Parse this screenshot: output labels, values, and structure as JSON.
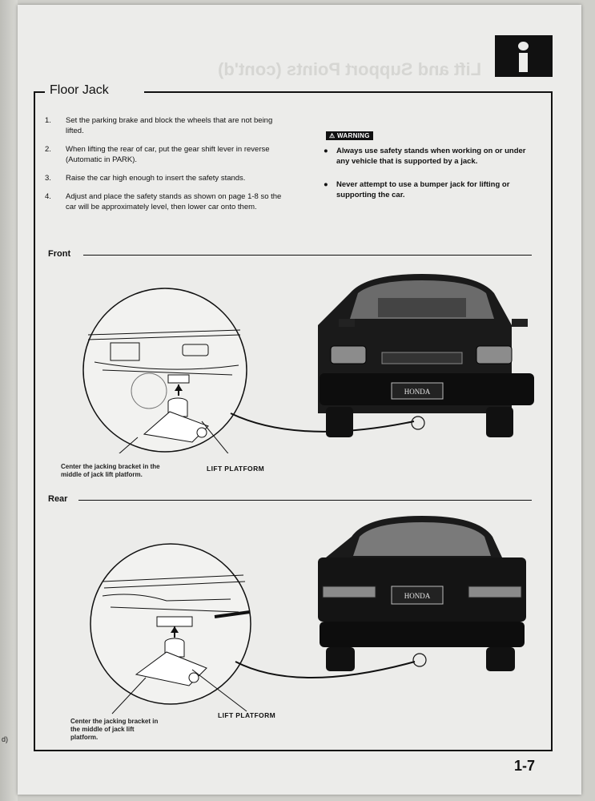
{
  "tab": {
    "icon": "info-icon"
  },
  "section": {
    "title": "Floor Jack"
  },
  "steps": [
    {
      "num": "1.",
      "text": "Set the parking brake and block the wheels that are not being lifted."
    },
    {
      "num": "2.",
      "text": "When lifting the rear of car, put the gear shift lever in reverse (Automatic in PARK)."
    },
    {
      "num": "3.",
      "text": "Raise the car high enough to insert the safety stands."
    },
    {
      "num": "4.",
      "text": "Adjust and place the safety stands as shown on page 1-8 so the car will be approximately level, then lower car onto them."
    }
  ],
  "warning": {
    "badge": "WARNING",
    "items": [
      {
        "bullet": "●",
        "text": "Always use safety stands when working on or under any vehicle that is supported by a jack."
      },
      {
        "bullet": "●",
        "text": "Never attempt to use a bumper jack for lifting or supporting the car."
      }
    ]
  },
  "front": {
    "label": "Front",
    "caption": "Center the jacking bracket in the middle of jack lift platform.",
    "lift_label": "LIFT PLATFORM",
    "plate": "HONDA"
  },
  "rear": {
    "label": "Rear",
    "caption": "Center the jacking bracket in the middle of jack lift platform.",
    "lift_label": "LIFT PLATFORM",
    "plate": "HONDA"
  },
  "page_number": "1-7",
  "left_fragment": "d)"
}
